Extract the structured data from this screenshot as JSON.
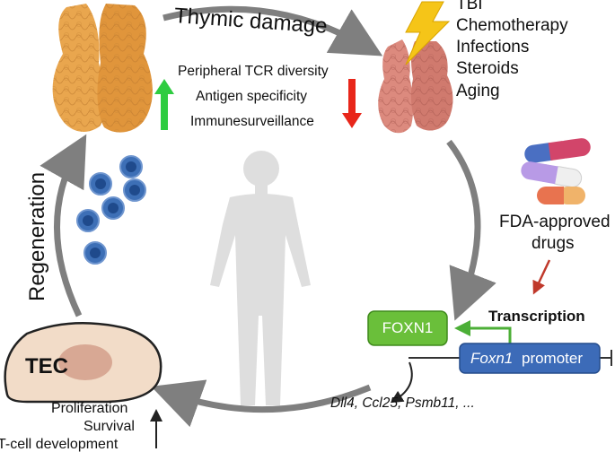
{
  "title_arrow_label": "Thymic damage",
  "damage_causes": [
    "TBI",
    "Chemotherapy",
    "Infections",
    "Steroids",
    "Aging"
  ],
  "immune_effects": [
    "Peripheral TCR diversity",
    "Antigen specificity",
    "Immunesurveillance"
  ],
  "regeneration_label": "Regeneration",
  "drugs_label": [
    "FDA-approved",
    "drugs"
  ],
  "transcription_label": "Transcription",
  "foxn1_label": "FOXN1",
  "promoter": {
    "gene": "Foxn1",
    "word": "promoter"
  },
  "targets_label": "Dll4, Ccl25, Psmb11, ...",
  "tec_label": "TEC",
  "tec_functions": [
    "Proliferation",
    "Survival",
    "T-cell development"
  ],
  "colors": {
    "thymus_healthy": "#e9a64e",
    "thymus_damaged": "#d98479",
    "arrow_up": "#2ecc40",
    "arrow_down": "#e8261a",
    "lightning": "#f5c518",
    "foxn1_box": "#6abf3a",
    "promoter_box": "#3c6bb8",
    "green_arrow": "#4caf37",
    "red_arrow": "#c0392b",
    "cycle_arrow": "#8a8a8a",
    "cell_blue": "#3d6fb6",
    "tec_fill": "#f2dcc8"
  }
}
